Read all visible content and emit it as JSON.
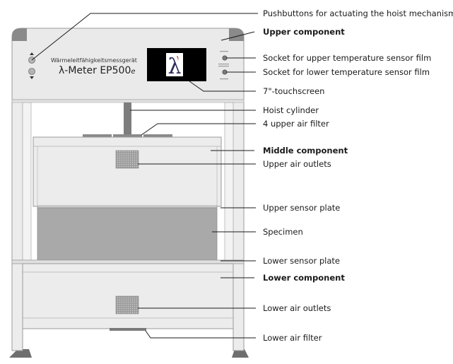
{
  "device": {
    "brand_subtitle": "Wärmeleitfähigkeitsmessgerät",
    "brand_title": "λ-Meter EP500",
    "brand_suffix": "e",
    "screen_logo": "λ"
  },
  "labels": {
    "pushbuttons": "Pushbuttons for actuating the hoist mechanism",
    "upper_component": "Upper component",
    "socket_upper": "Socket for upper temperature sensor film",
    "socket_lower": "Socket for lower temperature sensor film",
    "touchscreen": "7\"-touchscreen",
    "hoist_cylinder": "Hoist cylinder",
    "upper_air_filter": "4 upper air filter",
    "middle_component": "Middle component",
    "upper_air_outlets": "Upper air outlets",
    "upper_sensor_plate": "Upper sensor plate",
    "specimen": "Specimen",
    "lower_sensor_plate": "Lower sensor plate",
    "lower_component": "Lower component",
    "lower_air_outlets": "Lower air outlets",
    "lower_air_filter": "Lower air filter"
  },
  "colors": {
    "frame": "#e8e8e8",
    "frame_edge": "#9a9a9a",
    "specimen": "#a9a9a9",
    "feet": "#6e6e6e",
    "screen": "#000000"
  }
}
